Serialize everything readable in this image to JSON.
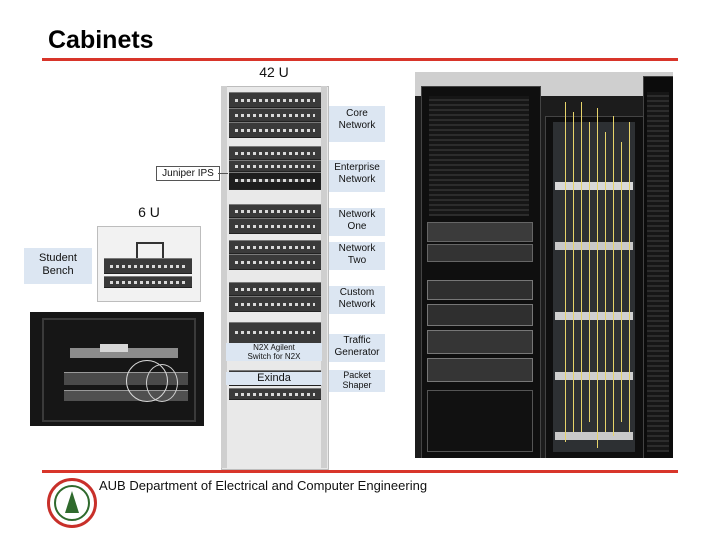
{
  "slide": {
    "title": "Cabinets",
    "footer": "AUB Department of Electrical and Computer Engineering"
  },
  "diagram": {
    "rack_main_label": "42 U",
    "rack_small_label": "6 U",
    "juniper_label": "Juniper IPS",
    "student_bench_lines": [
      "Student",
      "Bench"
    ],
    "segments": [
      {
        "lines": [
          "Core",
          "Network"
        ]
      },
      {
        "lines": [
          "Enterprise",
          "Network"
        ]
      },
      {
        "lines": [
          "Network",
          "One"
        ]
      },
      {
        "lines": [
          "Network",
          "Two"
        ]
      },
      {
        "lines": [
          "Custom",
          "Network"
        ]
      },
      {
        "lines": [
          "Traffic",
          "Generator"
        ]
      },
      {
        "lines": [
          "Packet",
          "Shaper"
        ]
      }
    ],
    "n2x_label_lines": [
      "N2X Agilent",
      "Switch for N2X"
    ],
    "exinda_label": "Exinda"
  },
  "colors": {
    "accent_rule": "#d8352a",
    "label_fill": "#dce6f2",
    "logo_red": "#c8302a",
    "logo_green": "#2f6a2d"
  }
}
